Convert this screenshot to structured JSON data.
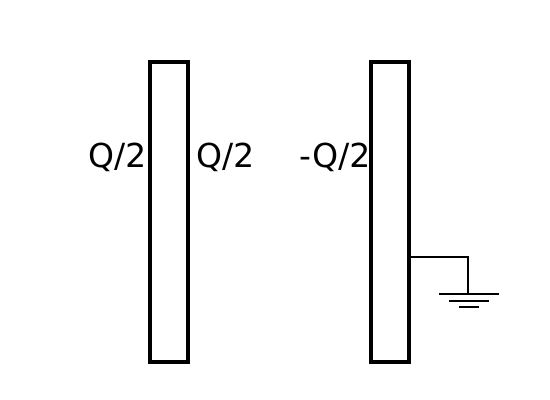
{
  "plates": {
    "left": {
      "outer_face_charge": "Q/2",
      "inner_face_charge": "Q/2"
    },
    "right": {
      "inner_face_charge": "-Q/2",
      "grounded": true
    }
  },
  "icons": {
    "ground": "ground-symbol-icon"
  },
  "colors": {
    "stroke": "#000000",
    "background": "#ffffff"
  }
}
